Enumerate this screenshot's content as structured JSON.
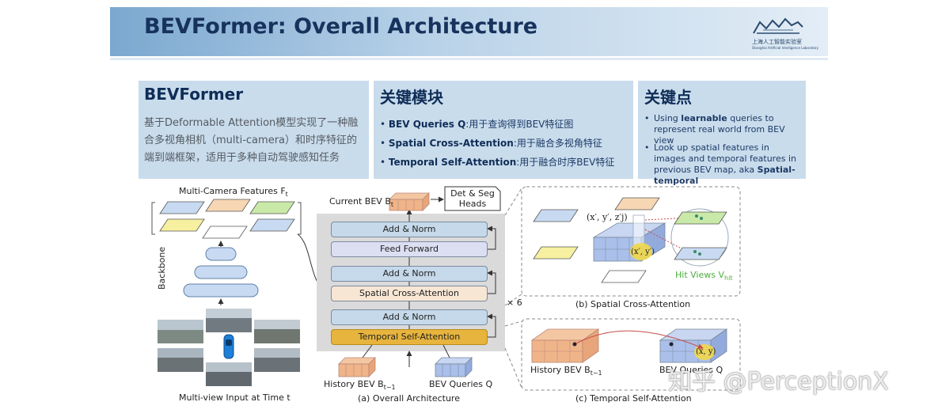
{
  "header": {
    "title": "BEVFormer: Overall Architecture",
    "logo_text_line1": "上海人工智能实验室",
    "logo_text_line2": "Shanghai Artificial Intelligence Laboratory"
  },
  "panel_left": {
    "title": "BEVFormer",
    "body": "基于Deformable Attention模型实现了一种融合多视角相机（multi-camera）和时序特征的端到端框架，适用于多种自动驾驶感知任务"
  },
  "panel_mid": {
    "title": "关键模块",
    "items": [
      {
        "name": "BEV Queries Q",
        "desc": ":用于查询得到BEV特征图"
      },
      {
        "name": "Spatial Cross-Attention",
        "desc": ":用于融合多视角特征"
      },
      {
        "name": "Temporal Self-Attention",
        "desc": ":用于融合时序BEV特征"
      }
    ]
  },
  "panel_right": {
    "title": "关键点",
    "item1_pre": "Using ",
    "item1_bold": "learnable",
    "item1_post": " queries to represent real world from BEV view",
    "item2_pre": "Look up spatial features in images and temporal features in previous BEV map, aka ",
    "item2_bold": "Spatial-temporal"
  },
  "diagram": {
    "multi_camera_features": "Multi-Camera Features F",
    "multi_camera_features_sub": "t",
    "backbone": "Backbone",
    "multi_view_input": "Multi-view Input at Time t",
    "current_bev": "Current BEV B",
    "current_bev_sub": "t",
    "det_seg_heads_line1": "Det & Seg",
    "det_seg_heads_line2": "Heads",
    "blocks": [
      "Add & Norm",
      "Feed Forward",
      "Add & Norm",
      "Spatial Cross-Attention",
      "Add & Norm",
      "Temporal Self-Attention"
    ],
    "repeat": "× 6",
    "history_bev": "History BEV B",
    "history_bev_sub": "t−1",
    "bev_queries": "BEV Queries Q",
    "caption_a": "(a) Overall Architecture",
    "caption_b": "(b) Spatial Cross-Attention",
    "caption_c": "(c) Temporal Self-Attention",
    "point_label": "(x′, y′, z′j)",
    "xy_label": "(x′, y′)",
    "hit_views": "Hit Views V",
    "hit_views_sub": "hit",
    "history_bev_c": "History BEV B",
    "history_bev_c_sub": "t−1",
    "bev_queries_c": "BEV Queries Q",
    "xy_label_c": "(x, y)"
  },
  "watermark": "知乎 @PerceptionX",
  "colors": {
    "header_dark": "#7ba8d0",
    "panel_bg": "#c9dcec",
    "title_navy": "#17325c",
    "tsa_yellow": "#e7b43d",
    "hit_green": "#5cb85c"
  }
}
